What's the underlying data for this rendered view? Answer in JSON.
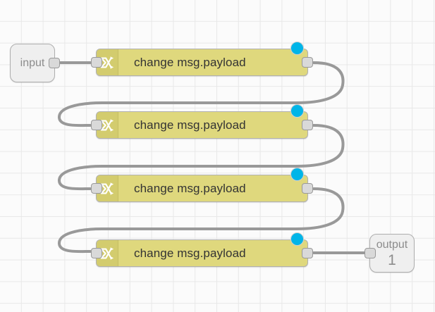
{
  "editor": {
    "name": "node-red-flow-canvas",
    "background_color": "#fbfbfb",
    "grid_color": "#e8e8e8",
    "grid_size": 31
  },
  "colors": {
    "node_body": "#dfd87d",
    "node_icon_panel": "#d3cc6e",
    "node_border": "#b0b0b0",
    "status_dot": "#00b5e8",
    "wire": "#999999",
    "port_fill": "#d9d9d9",
    "port_border": "#999999",
    "io_node_fill": "#efefef",
    "io_node_text": "#8c8c8c",
    "node_label_text": "#333333"
  },
  "io_nodes": {
    "input": {
      "label": "input",
      "icon": "input-endpoint-icon"
    },
    "output": {
      "label": "output",
      "index": "1",
      "icon": "output-endpoint-icon"
    }
  },
  "change_nodes": [
    {
      "label": "change msg.payload",
      "icon": "shuffle-swap-icon",
      "status": "connected"
    },
    {
      "label": "change msg.payload",
      "icon": "shuffle-swap-icon",
      "status": "connected"
    },
    {
      "label": "change msg.payload",
      "icon": "shuffle-swap-icon",
      "status": "connected"
    },
    {
      "label": "change msg.payload",
      "icon": "shuffle-swap-icon",
      "status": "connected"
    }
  ],
  "ports": {
    "input_label": "input port",
    "output_label": "output port"
  }
}
